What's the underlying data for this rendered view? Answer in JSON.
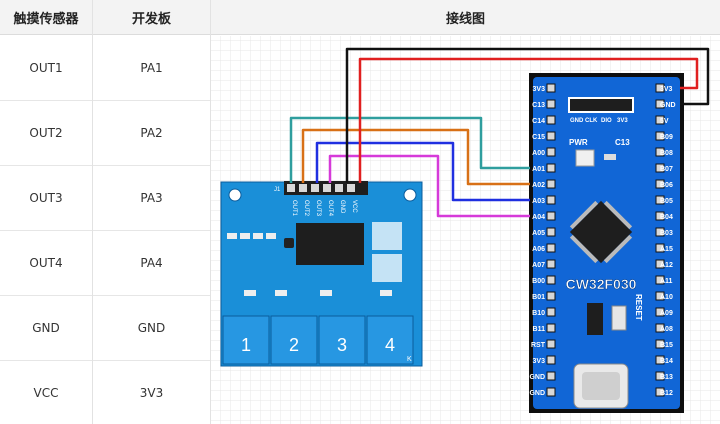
{
  "table": {
    "headers": [
      "触摸传感器",
      "开发板",
      "接线图"
    ],
    "rows": [
      {
        "sensor": "OUT1",
        "board": "PA1"
      },
      {
        "sensor": "OUT2",
        "board": "PA2"
      },
      {
        "sensor": "OUT3",
        "board": "PA3"
      },
      {
        "sensor": "OUT4",
        "board": "PA4"
      },
      {
        "sensor": "GND",
        "board": "GND"
      },
      {
        "sensor": "VCC",
        "board": "3V3"
      }
    ]
  },
  "touch_module": {
    "pin_labels": [
      "OUT1",
      "OUT2",
      "OUT3",
      "OUT4",
      "GND",
      "VCC"
    ],
    "pads": [
      "1",
      "2",
      "3",
      "4"
    ],
    "corner_label": "K",
    "label_j1": "J1"
  },
  "dev_board": {
    "name": "CW32F030",
    "reset_label": "RESET",
    "pwr_label": "PWR",
    "c13_label": "C13",
    "swd_labels": [
      "GND",
      "CLK",
      "DIO",
      "3V3"
    ],
    "left_pins": [
      "3V3",
      "C13",
      "C14",
      "C15",
      "A00",
      "A01",
      "A02",
      "A03",
      "A04",
      "A05",
      "A06",
      "A07",
      "B00",
      "B01",
      "B10",
      "B11",
      "RST",
      "3V3",
      "GND",
      "GND"
    ],
    "right_pins": [
      "3V3",
      "GND",
      "5V",
      "B09",
      "B08",
      "B07",
      "B06",
      "B05",
      "B04",
      "B03",
      "A15",
      "A12",
      "A11",
      "A10",
      "A09",
      "A08",
      "B15",
      "B14",
      "B13",
      "B12"
    ]
  },
  "colors": {
    "wire_out1": "#d63ad9",
    "wire_out2": "#1f2fe0",
    "wire_out3": "#d87016",
    "wire_out4": "#2f9e9e",
    "wire_gnd": "#111111",
    "wire_vcc": "#e02020",
    "board_blue": "#1166d6",
    "module_blue": "#1a8fd8"
  }
}
